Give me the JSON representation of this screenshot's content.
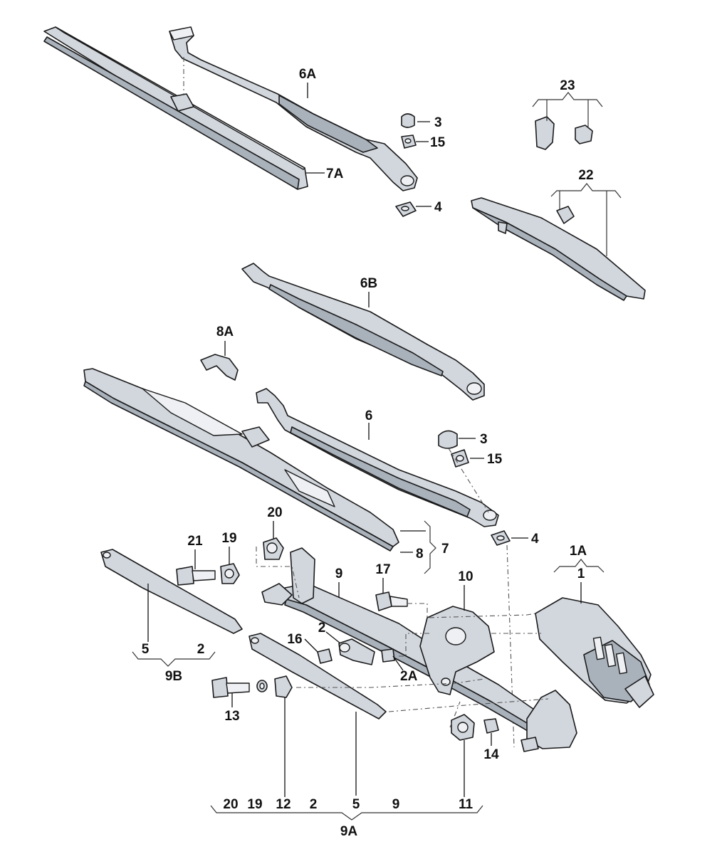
{
  "labels": {
    "p_6A": "6A",
    "p_7A": "7A",
    "p_3a": "3",
    "p_15a": "15",
    "p_4a": "4",
    "p_23": "23",
    "p_22": "22",
    "p_6B": "6B",
    "p_8A": "8A",
    "p_6": "6",
    "p_3b": "3",
    "p_15b": "15",
    "p_4b": "4",
    "p_20": "20",
    "p_21": "21",
    "p_19": "19",
    "p_9": "9",
    "p_17": "17",
    "p_10": "10",
    "p_1A": "1A",
    "p_1": "1",
    "p_7": "7",
    "p_8": "8",
    "p_16": "16",
    "p_2": "2",
    "p_2A": "2A",
    "p_5": "5",
    "p_13": "13",
    "p_14": "14",
    "p_11": "11",
    "g9B_5": "5",
    "g9B_2": "2",
    "g9B": "9B",
    "g9A_20": "20",
    "g9A_19": "19",
    "g9A_12": "12",
    "g9A_2": "2",
    "g9A_5": "5",
    "g9A_9": "9",
    "g9A_11": "11",
    "g9A": "9A"
  }
}
